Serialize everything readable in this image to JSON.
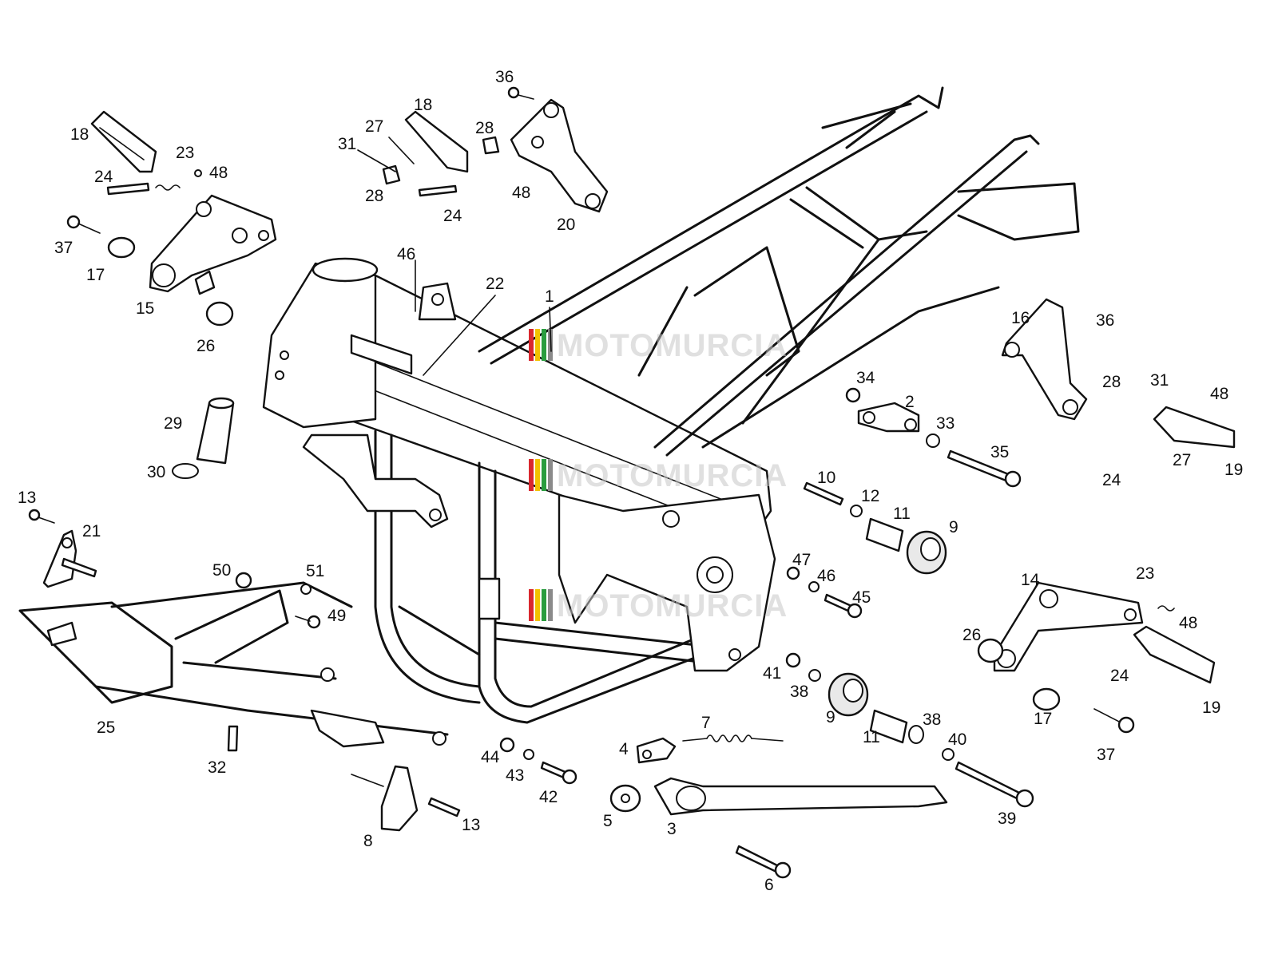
{
  "watermark": {
    "text": "MOTOMURCIA",
    "stripe_colors": [
      "#d9272e",
      "#f2c200",
      "#2a9d3f",
      "#8a8a8a"
    ]
  },
  "callouts": {
    "c1": "1",
    "c2": "2",
    "c3": "3",
    "c4": "4",
    "c5": "5",
    "c6": "6",
    "c7": "7",
    "c8": "8",
    "c9a": "9",
    "c9b": "9",
    "c10": "10",
    "c11a": "11",
    "c11b": "11",
    "c12": "12",
    "c13a": "13",
    "c13b": "13",
    "c14": "14",
    "c15": "15",
    "c16": "16",
    "c17a": "17",
    "c17b": "17",
    "c18a": "18",
    "c18b": "18",
    "c19a": "19",
    "c19b": "19",
    "c20": "20",
    "c21": "21",
    "c22": "22",
    "c23a": "23",
    "c23b": "23",
    "c24a": "24",
    "c24b": "24",
    "c24c": "24",
    "c24d": "24",
    "c25": "25",
    "c26a": "26",
    "c26b": "26",
    "c27a": "27",
    "c27b": "27",
    "c28a": "28",
    "c28b": "28",
    "c28c": "28",
    "c29": "29",
    "c30": "30",
    "c31a": "31",
    "c31b": "31",
    "c32": "32",
    "c33": "33",
    "c34": "34",
    "c35": "35",
    "c36a": "36",
    "c36b": "36",
    "c37a": "37",
    "c37b": "37",
    "c38a": "38",
    "c38b": "38",
    "c39": "39",
    "c40": "40",
    "c41": "41",
    "c42": "42",
    "c43": "43",
    "c44": "44",
    "c45": "45",
    "c46a": "46",
    "c46b": "46",
    "c47": "47",
    "c48a": "48",
    "c48b": "48",
    "c48c": "48",
    "c48d": "48",
    "c49": "49",
    "c50": "50",
    "c51": "51"
  }
}
